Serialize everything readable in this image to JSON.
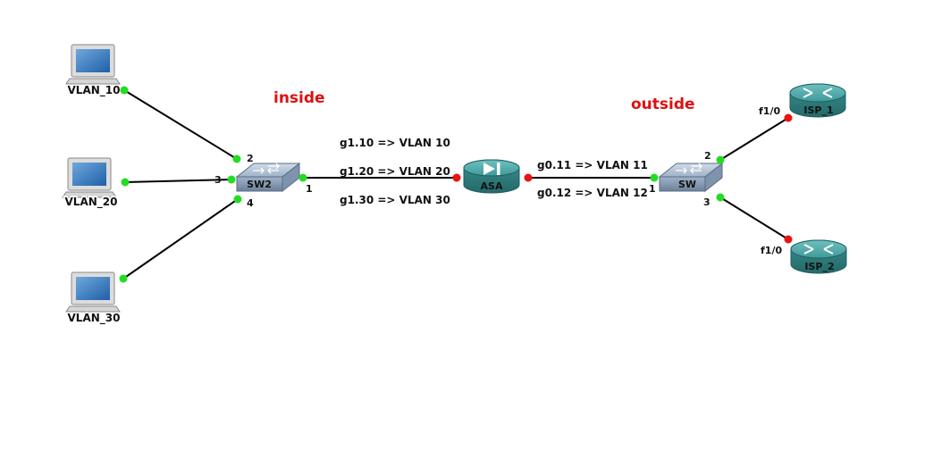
{
  "zones": {
    "inside": "inside",
    "outside": "outside"
  },
  "colors": {
    "zone_label": "#dd1111",
    "port_up": "#22dd22",
    "port_down": "#ee1111"
  },
  "nodes": {
    "pc1": {
      "label": "VLAN_10",
      "icon": "computer-icon"
    },
    "pc2": {
      "label": "VLAN_20",
      "icon": "computer-icon"
    },
    "pc3": {
      "label": "VLAN_30",
      "icon": "computer-icon"
    },
    "sw2": {
      "label": "SW2",
      "icon": "switch-icon"
    },
    "asa": {
      "label": "ASA",
      "icon": "firewall-icon"
    },
    "sw": {
      "label": "SW",
      "icon": "switch-icon"
    },
    "isp1": {
      "label": "ISP_1",
      "icon": "router-icon"
    },
    "isp2": {
      "label": "ISP_2",
      "icon": "router-icon"
    }
  },
  "ports": {
    "sw2_p2": "2",
    "sw2_p3": "3",
    "sw2_p4": "4",
    "sw2_p1": "1",
    "sw_p1": "1",
    "sw_p2": "2",
    "sw_p3": "3",
    "isp1_f": "f1/0",
    "isp2_f": "f1/0"
  },
  "subinterfaces": {
    "inside": [
      "g1.10 => VLAN 10",
      "g1.20 => VLAN 20",
      "g1.30 => VLAN 30"
    ],
    "outside": [
      "g0.11 => VLAN 11",
      "g0.12 => VLAN 12"
    ]
  }
}
